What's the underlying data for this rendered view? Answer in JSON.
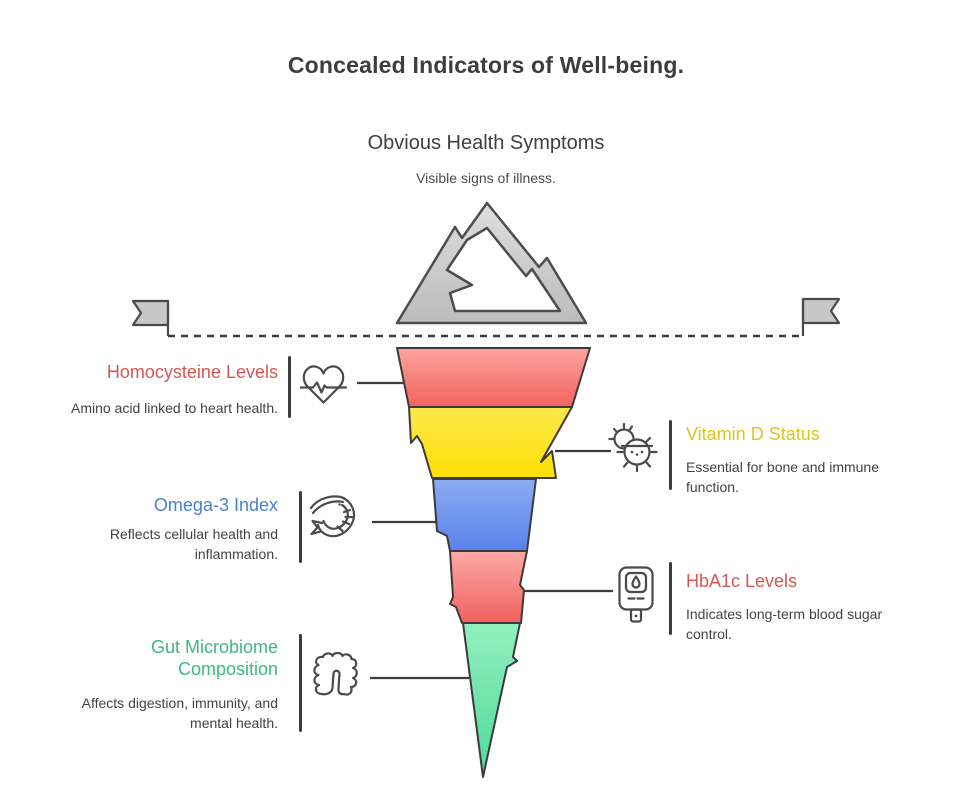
{
  "title": "Concealed Indicators of Well-being.",
  "surface": {
    "heading": "Obvious Health Symptoms",
    "subheading": "Visible signs of illness."
  },
  "items": [
    {
      "label": "Homocysteine Levels",
      "description": "Amino acid linked to heart health.",
      "color": "#d75653",
      "icon": "heart-pulse-icon",
      "side": "left"
    },
    {
      "label": "Vitamin D Status",
      "description": "Essential for bone and immune function.",
      "color": "#dfc41f",
      "icon": "sun-icon",
      "side": "right"
    },
    {
      "label": "Omega-3 Index",
      "description": "Reflects cellular health and inflammation.",
      "color": "#4a7fd1",
      "icon": "shrimp-icon",
      "side": "left"
    },
    {
      "label": "HbA1c Levels",
      "description": "Indicates long-term blood sugar control.",
      "color": "#d75653",
      "icon": "glucose-meter-icon",
      "side": "right"
    },
    {
      "label": "Gut Microbiome Composition",
      "description": "Affects digestion, immunity, and mental health.",
      "color": "#3bb981",
      "icon": "intestine-icon",
      "side": "left"
    }
  ],
  "funnel": {
    "segments": [
      {
        "name": "homocysteine-levels",
        "color_top": "#fda49d",
        "color_bottom": "#f2625f"
      },
      {
        "name": "vitamin-d-status",
        "color_top": "#fbe94c",
        "color_bottom": "#ffdf05"
      },
      {
        "name": "omega-3-index",
        "color_top": "#8cadf2",
        "color_bottom": "#5981ea"
      },
      {
        "name": "hba1c-levels",
        "color_top": "#fdaaa7",
        "color_bottom": "#f0615f"
      },
      {
        "name": "gut-microbiome-composition",
        "color_top": "#93f0c0",
        "color_bottom": "#4fd898"
      }
    ],
    "outline_color": "#3b3b3b"
  },
  "mountain": {
    "fill_top": "#dedede",
    "fill_bottom": "#bcbcbc",
    "outline": "#4d4d4d"
  },
  "waterline": {
    "flag_fill": "#c7c7c7",
    "line_color": "#3d3d3d"
  }
}
